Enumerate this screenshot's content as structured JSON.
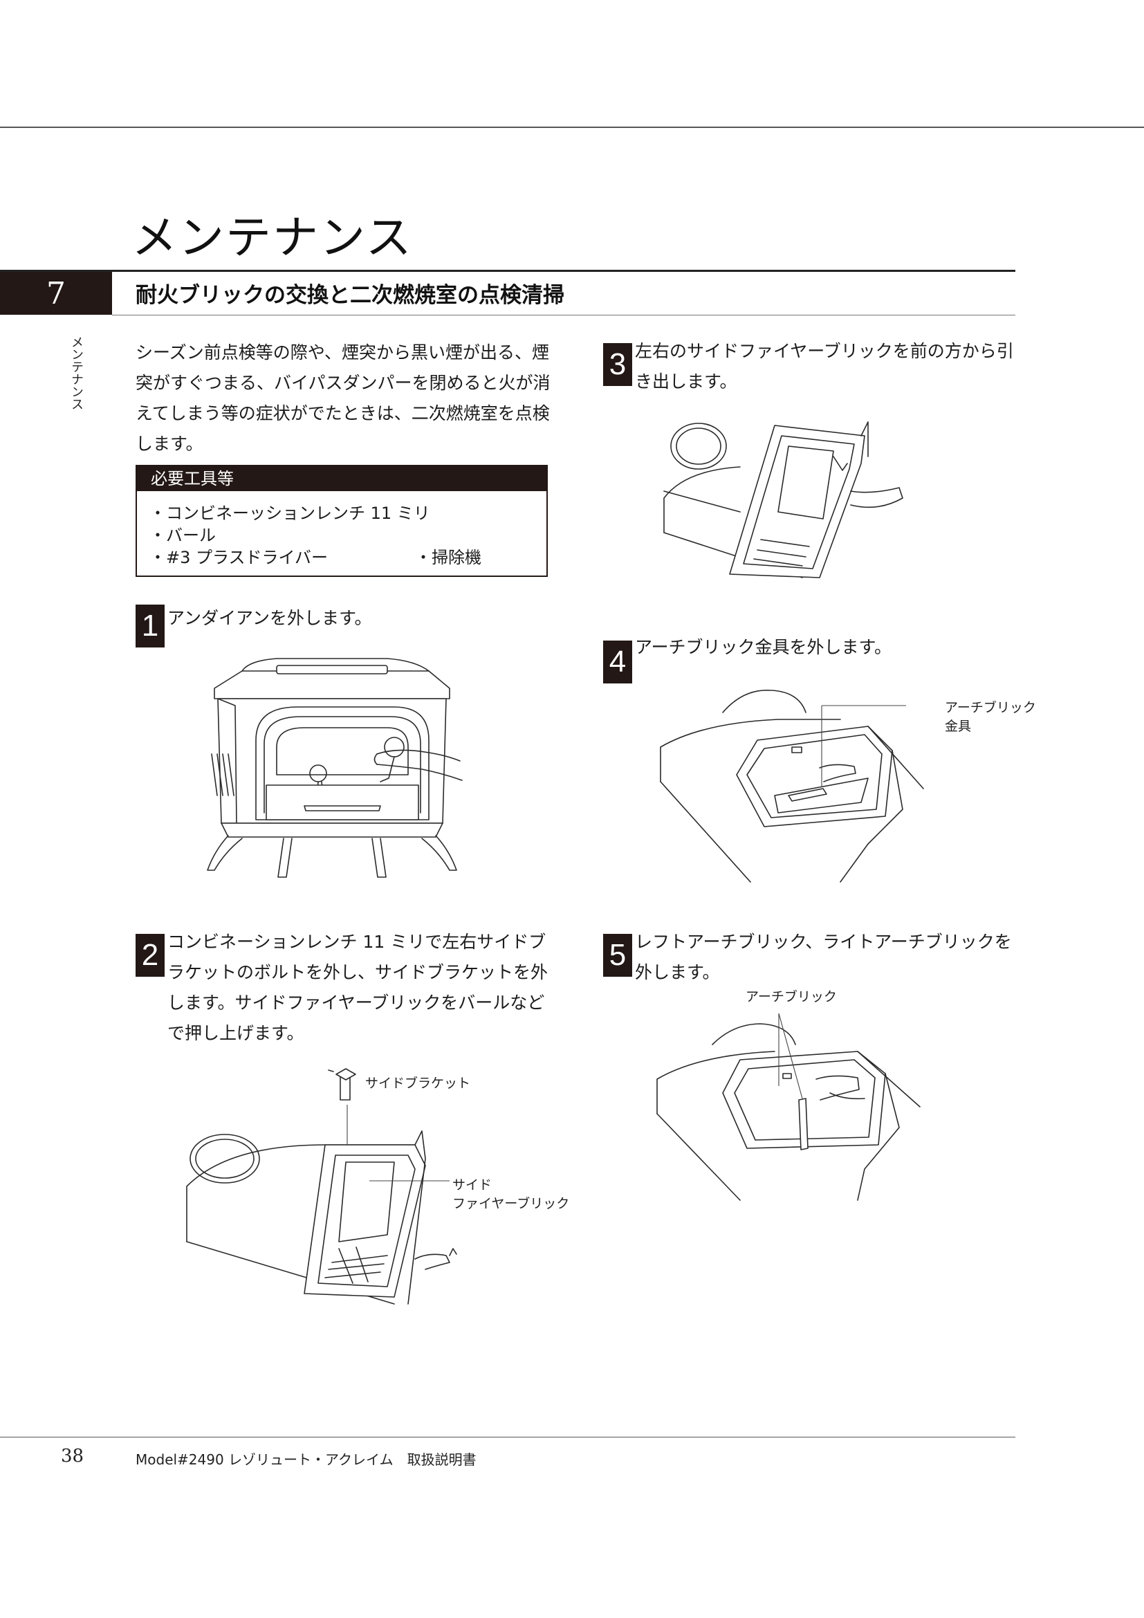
{
  "header": {
    "title": "メンテナンス",
    "section_number": "7",
    "section_title": "耐火ブリックの交換と二次燃焼室の点検清掃",
    "side_label": "メンテナンス"
  },
  "intro": "シーズン前点検等の際や、煙突から黒い煙が出る、煙突がすぐつまる、バイパスダンパーを閉めると火が消えてしまう等の症状がでたときは、二次燃焼室を点検します。",
  "tools": {
    "heading": "必要工具等",
    "items": [
      "・コンビネーッションレンチ 11 ミリ",
      "・バール",
      "・#3 プラスドライバー",
      "・掃除機"
    ]
  },
  "steps": [
    {
      "number": "1",
      "text": "アンダイアンを外します。"
    },
    {
      "number": "2",
      "text": "コンビネーションレンチ 11 ミリで左右サイドブラケットのボルトを外し、サイドブラケットを外します。サイドファイヤーブリックをバールなどで押し上げます。"
    },
    {
      "number": "3",
      "text": "左右のサイドファイヤーブリックを前の方から引き出します。"
    },
    {
      "number": "4",
      "text": "アーチブリック金具を外します。"
    },
    {
      "number": "5",
      "text": "レフトアーチブリック、ライトアーチブリックを外します。"
    }
  ],
  "callouts": {
    "side_bracket": "サイドブラケット",
    "side_firebrick_1": "サイド",
    "side_firebrick_2": "ファイヤーブリック",
    "arch_fitting_1": "アーチブリック",
    "arch_fitting_2": "金具",
    "arch_brick": "アーチブリック"
  },
  "footer": {
    "page_number": "38",
    "text": "Model#2490 レゾリュート・アクレイム　取扱説明書"
  }
}
